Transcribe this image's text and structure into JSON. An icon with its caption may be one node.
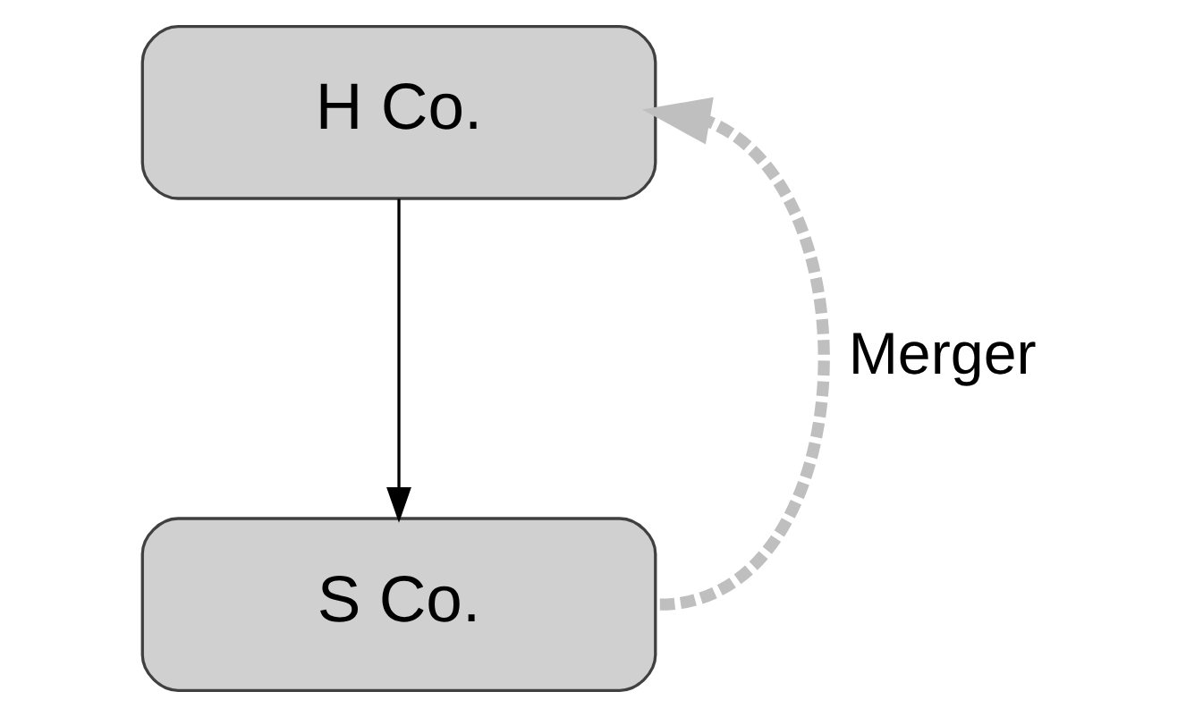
{
  "diagram": {
    "nodes": [
      {
        "text": [
          "H Co."
        ]
      },
      {
        "text": [
          "S Co."
        ]
      }
    ],
    "edges": [
      {
        "from": 0,
        "to": 1,
        "arrow": "to"
      },
      {
        "from": 1,
        "to": 0,
        "arrow": "to",
        "label": "Merger",
        "style": "dashed",
        "color": "#bfbfbf"
      }
    ]
  }
}
